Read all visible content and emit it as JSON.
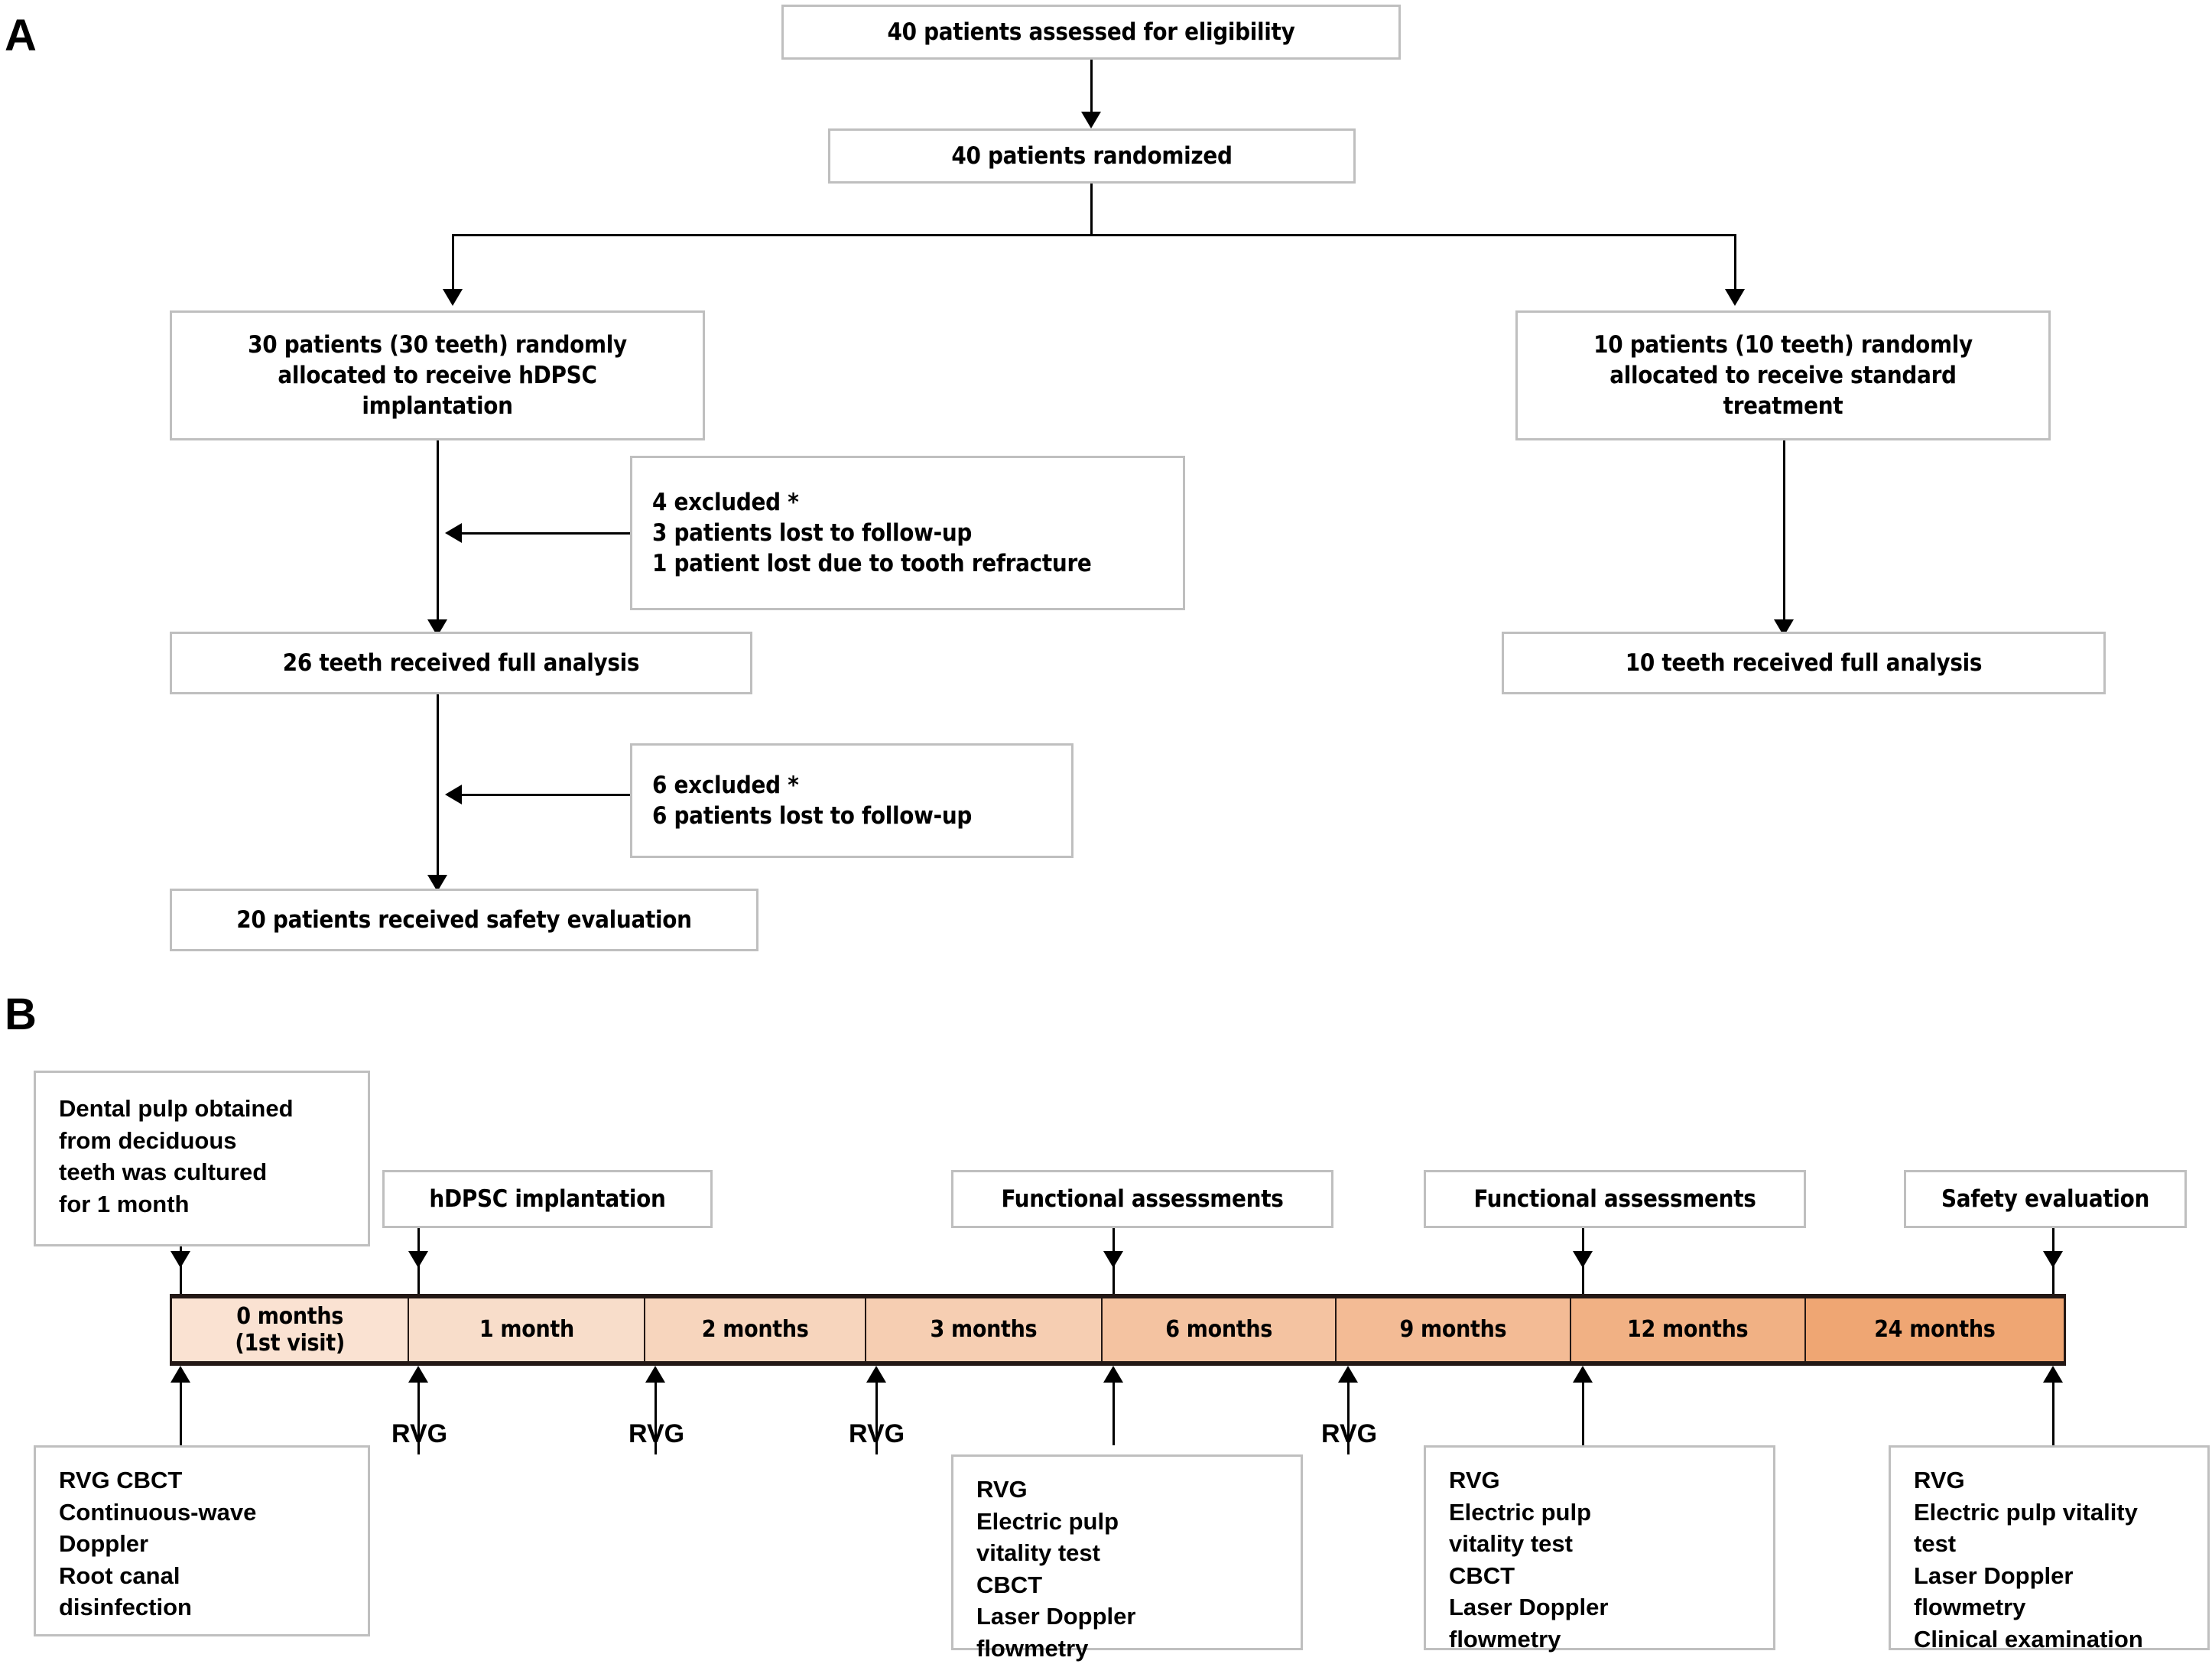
{
  "figure": {
    "panels": [
      {
        "letter": "A",
        "name": "consort-flow-diagram"
      },
      {
        "letter": "B",
        "name": "study-timeline"
      }
    ]
  },
  "panel_a": {
    "nodes": {
      "assessed": "40 patients assessed for eligibility",
      "randomized": "40 patients randomized",
      "arm_hdpsc": "30 patients (30 teeth) randomly\nallocated to receive hDPSC\nimplantation",
      "arm_standard": "10 patients (10 teeth) randomly\nallocated to receive standard\ntreatment",
      "excluded_1": "4 excluded *\n3 patients lost to follow-up\n1 patient lost due to tooth refracture",
      "analysis_hdpsc": "26 teeth received full analysis",
      "analysis_standard": "10 teeth received full analysis",
      "excluded_2": "6 excluded *\n6 patients  lost to follow-up",
      "safety": "20 patients received  safety evaluation"
    }
  },
  "panel_b": {
    "top_boxes": [
      "Dental pulp obtained\nfrom deciduous\nteeth was cultured\nfor 1 month",
      "hDPSC implantation",
      "Functional assessments",
      "Functional assessments",
      "Safety evaluation"
    ],
    "timeline": {
      "segments": [
        {
          "label": "0 months\n(1st visit)",
          "color": "#fae2d2"
        },
        {
          "label": "1 month",
          "color": "#f8ddca"
        },
        {
          "label": "2 months",
          "color": "#f7d5bd"
        },
        {
          "label": "3 months",
          "color": "#f6ceb2"
        },
        {
          "label": "6 months",
          "color": "#f4c3a1"
        },
        {
          "label": "9 months",
          "color": "#f3bb95"
        },
        {
          "label": "12 months",
          "color": "#f1b184"
        },
        {
          "label": "24 months",
          "color": "#efa673"
        }
      ],
      "border_color": "#231815"
    },
    "rvg_labels": [
      "RVG",
      "RVG",
      "RVG",
      "RVG"
    ],
    "bottom_boxes": [
      "RVG  CBCT\nContinuous-wave\nDoppler\nRoot canal\ndisinfection",
      "RVG\nElectric pulp\nvitality test\nCBCT\nLaser Doppler\nflowmetry",
      "RVG\nElectric pulp\nvitality test\nCBCT\nLaser Doppler\nflowmetry",
      "RVG\nElectric pulp vitality\ntest\nLaser Doppler\nflowmetry\nClinical examination"
    ]
  },
  "colors": {
    "box_border": "#bfbfbf",
    "line": "#000000",
    "timeline_border": "#231815",
    "timeline_start": "#fae2d2",
    "timeline_end": "#efa673"
  }
}
